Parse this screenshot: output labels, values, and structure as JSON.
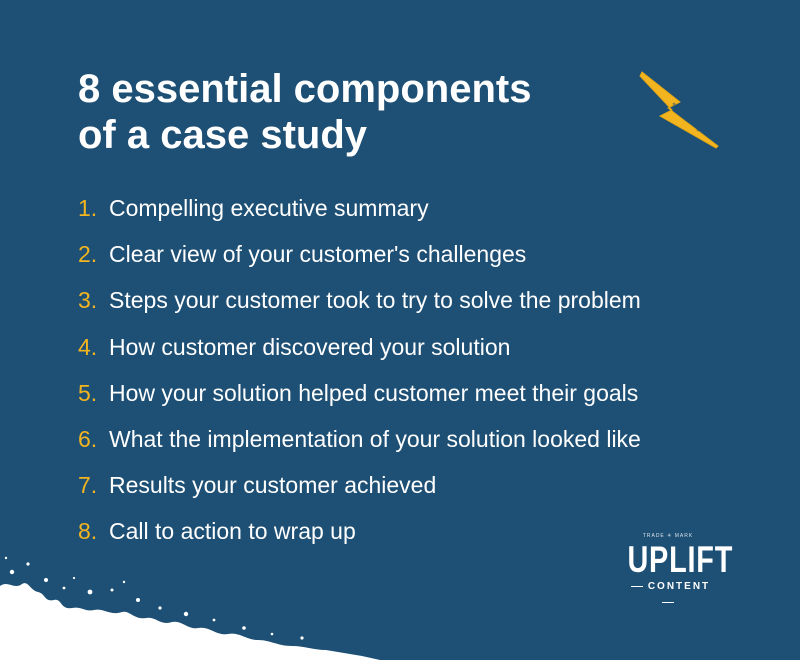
{
  "title": {
    "line1": "8 essential components",
    "line2": "of a case study"
  },
  "items": [
    {
      "num": "1.",
      "text": "Compelling executive summary"
    },
    {
      "num": "2.",
      "text": "Clear view of your customer's challenges"
    },
    {
      "num": "3.",
      "text": "Steps your customer took to try to solve the problem"
    },
    {
      "num": "4.",
      "text": "How customer discovered your solution"
    },
    {
      "num": "5.",
      "text": "How your solution helped customer meet their goals"
    },
    {
      "num": "6.",
      "text": "What the implementation of your solution looked like"
    },
    {
      "num": "7.",
      "text": "Results your customer achieved"
    },
    {
      "num": "8.",
      "text": "Call to action to wrap up"
    }
  ],
  "logo": {
    "small": "TRADE ✳ MARK",
    "main": "UPLIFT",
    "sub": "CONTENT"
  },
  "colors": {
    "background": "#1e4f74",
    "accent": "#f2b51f",
    "text": "#ffffff"
  },
  "icons": [
    "lightning-bolt-icon",
    "paint-splash"
  ]
}
